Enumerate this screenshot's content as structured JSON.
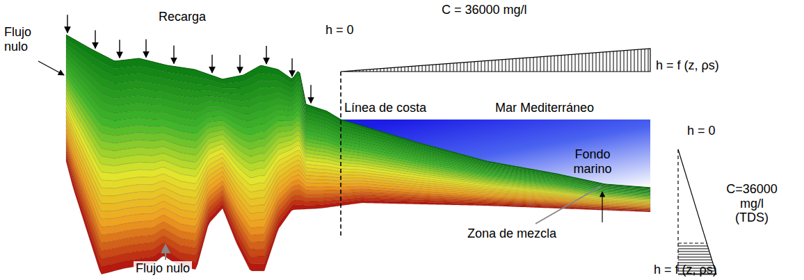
{
  "diagram": {
    "labels": [
      "Recarga",
      "Flujo nulo",
      "C = 36000 mg/l",
      "h = 0",
      "h = f (z, ρs)",
      "Línea de costa",
      "Mar Mediterráneo",
      "h = 0",
      "Fondo marino",
      "C=36000 mg/l (TDS)",
      "Zona de mezcla",
      "h = f (z, ρs)",
      "Flujo nulo"
    ]
  }
}
